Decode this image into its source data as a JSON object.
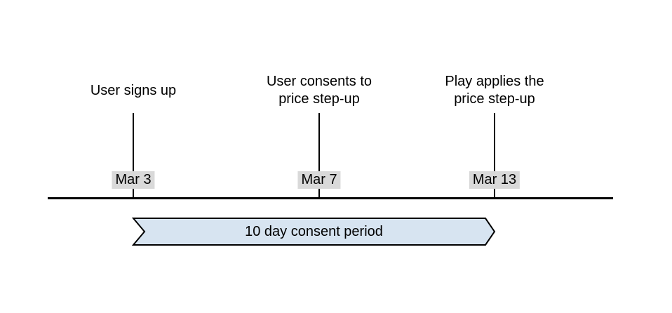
{
  "diagram": {
    "events": [
      {
        "lines": [
          "User signs up"
        ],
        "date": "Mar 3"
      },
      {
        "lines": [
          "User consents to",
          "price step-up"
        ],
        "date": "Mar 7"
      },
      {
        "lines": [
          "Play applies the",
          "price step-up"
        ],
        "date": "Mar 13"
      }
    ],
    "banner": {
      "label": "10 day consent period"
    },
    "colors": {
      "background": "#ffffff",
      "text": "#000000",
      "line": "#000000",
      "date_badge_bg": "#d9d9d9",
      "banner_fill": "#d7e4f1",
      "banner_stroke": "#000000"
    }
  }
}
